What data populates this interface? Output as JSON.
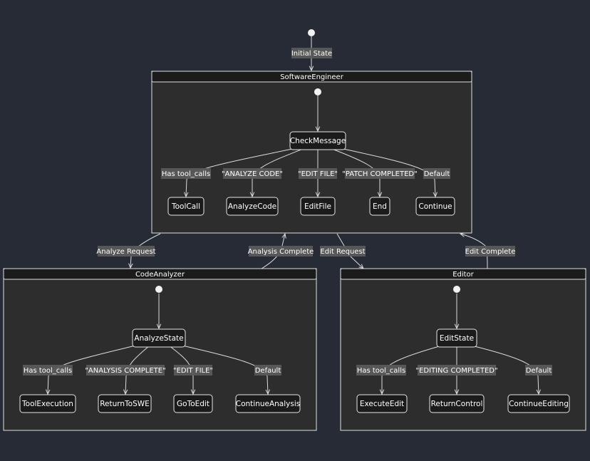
{
  "clusters": {
    "software_engineer": "SoftwareEngineer",
    "code_analyzer": "CodeAnalyzer",
    "editor": "Editor"
  },
  "states": {
    "check_message": "CheckMessage",
    "tool_call": "ToolCall",
    "analyze_code": "AnalyzeCode",
    "edit_file": "EditFile",
    "end": "End",
    "continue": "Continue",
    "analyze_state": "AnalyzeState",
    "tool_execution": "ToolExecution",
    "return_to_swe": "ReturnToSWE",
    "go_to_edit": "GoToEdit",
    "continue_analysis": "ContinueAnalysis",
    "edit_state": "EditState",
    "execute_edit": "ExecuteEdit",
    "return_control": "ReturnControl",
    "continue_editing": "ContinueEditing"
  },
  "transitions": {
    "initial_state": "Initial State",
    "swe_tool_calls": "Has tool_calls",
    "swe_analyze_code": "\"ANALYZE CODE\"",
    "swe_edit_file": "\"EDIT FILE\"",
    "swe_patch_completed": "\"PATCH COMPLETED\"",
    "swe_default": "Default",
    "analyze_request": "Analyze Request",
    "analysis_complete": "Analysis Complete",
    "edit_request": "Edit Request",
    "edit_complete": "Edit Complete",
    "ca_tool_calls": "Has tool_calls",
    "ca_analysis_complete": "\"ANALYSIS COMPLETE\"",
    "ca_edit_file": "\"EDIT FILE\"",
    "ca_default": "Default",
    "ed_tool_calls": "Has tool_calls",
    "ed_editing_completed": "\"EDITING COMPLETED\"",
    "ed_default": "Default"
  }
}
